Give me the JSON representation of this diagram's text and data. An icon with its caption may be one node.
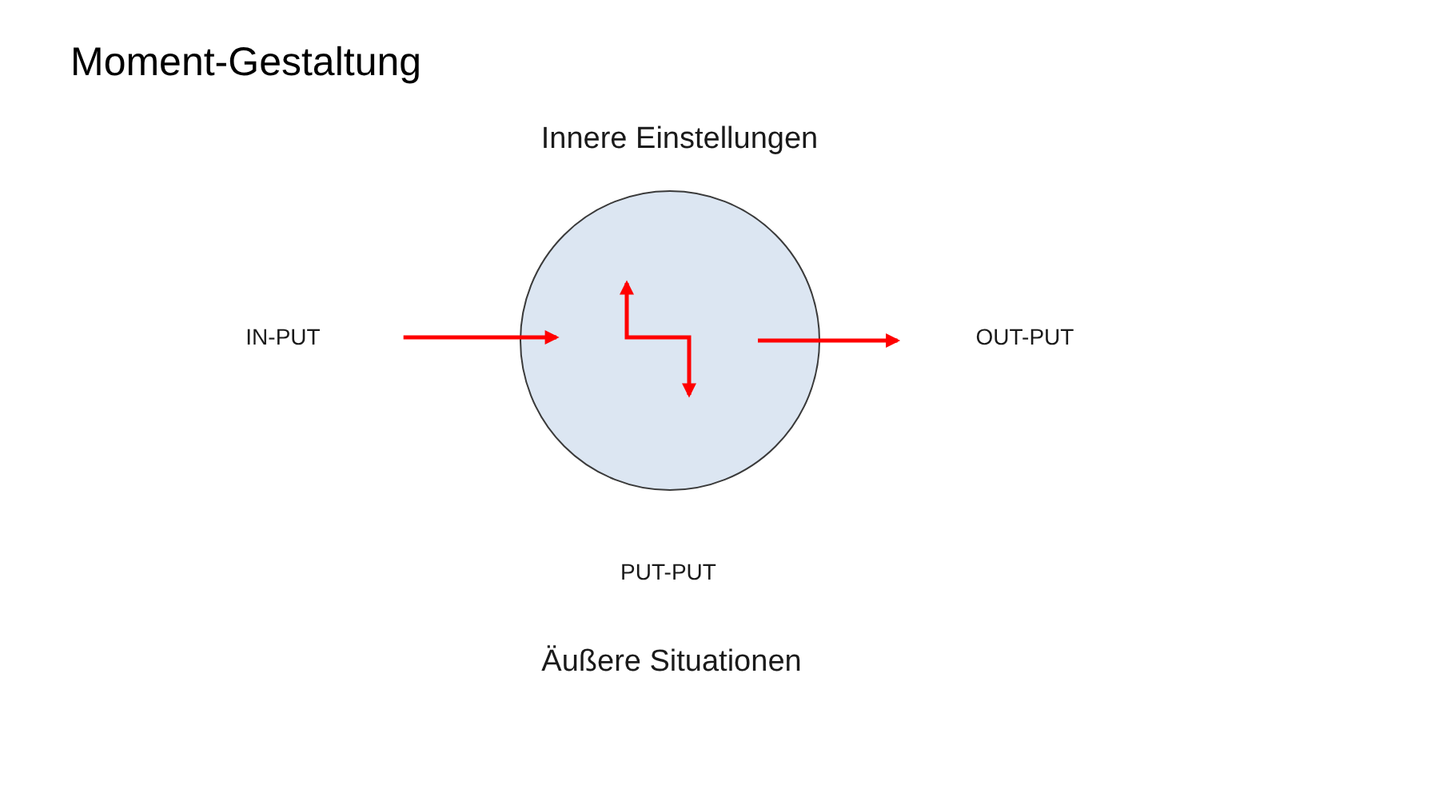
{
  "diagram": {
    "title": "Moment-Gestaltung",
    "nodes": [
      {
        "text": [
          "IN-PUT"
        ]
      },
      {
        "text": [],
        "shape": "circle"
      },
      {
        "text": [
          "OUT-PUT"
        ]
      }
    ],
    "edges": [
      {
        "from": 0,
        "to": 1,
        "arrow": "to"
      },
      {
        "from": 1,
        "to": 2,
        "arrow": "to"
      }
    ],
    "labels": [
      "Innere Einstellungen",
      "PUT-PUT",
      "Äußere Situationen"
    ]
  }
}
